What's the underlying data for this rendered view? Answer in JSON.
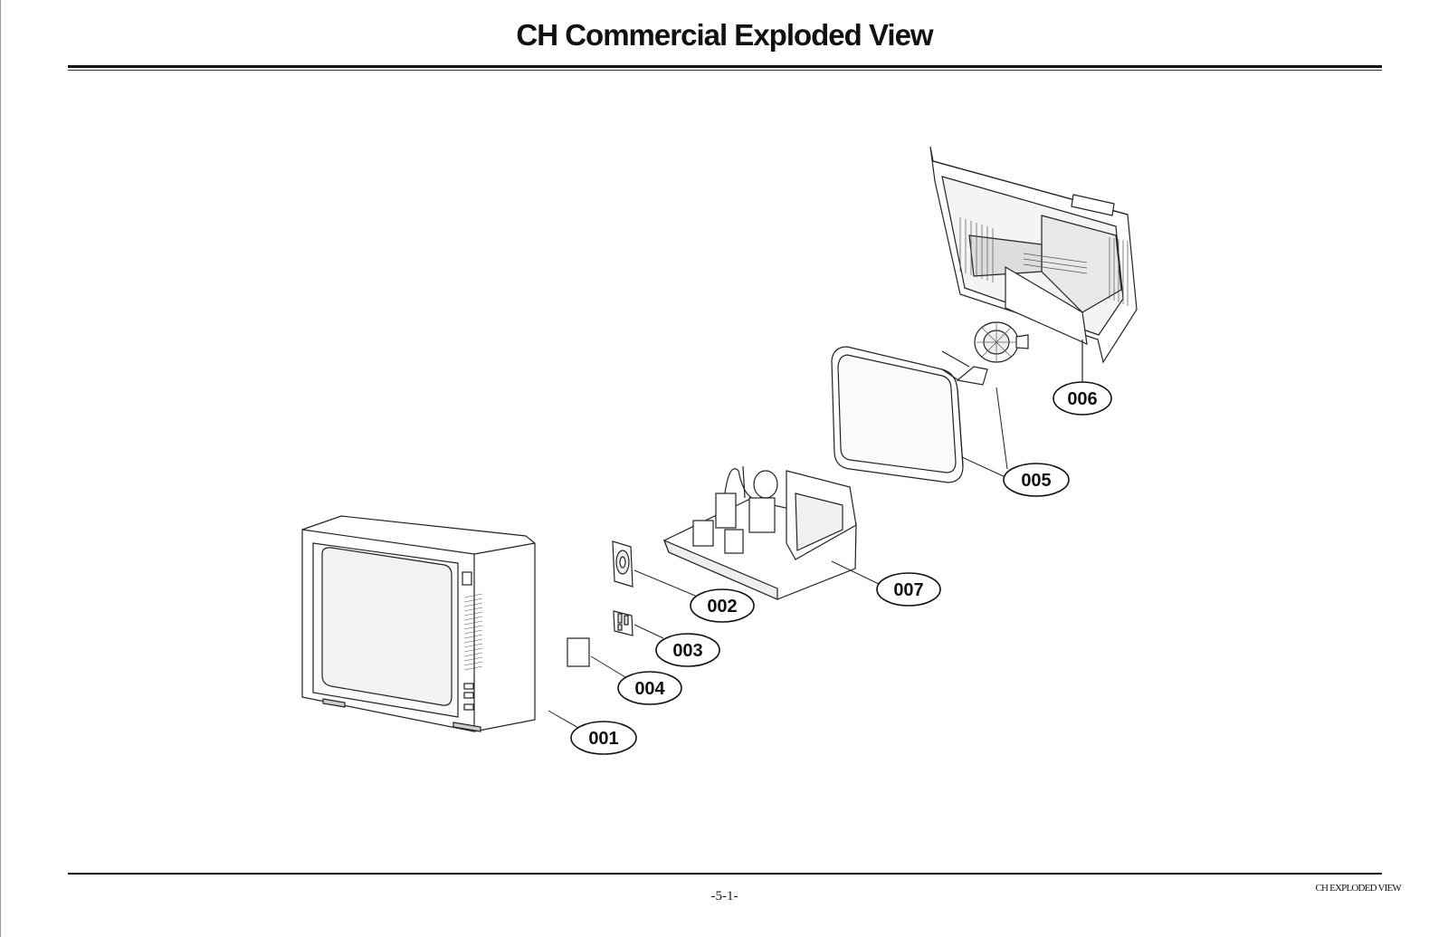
{
  "header": {
    "title": "CH Commercial Exploded View"
  },
  "footer": {
    "page_number": "-5-1-",
    "section_tag": "CH EXPLODED VIEW"
  },
  "callouts": [
    {
      "id": "001",
      "label": "001"
    },
    {
      "id": "002",
      "label": "002"
    },
    {
      "id": "003",
      "label": "003"
    },
    {
      "id": "004",
      "label": "004"
    },
    {
      "id": "005",
      "label": "005"
    },
    {
      "id": "006",
      "label": "006"
    },
    {
      "id": "007",
      "label": "007"
    }
  ],
  "colors": {
    "line": "#222222",
    "paper": "#ffffff"
  }
}
